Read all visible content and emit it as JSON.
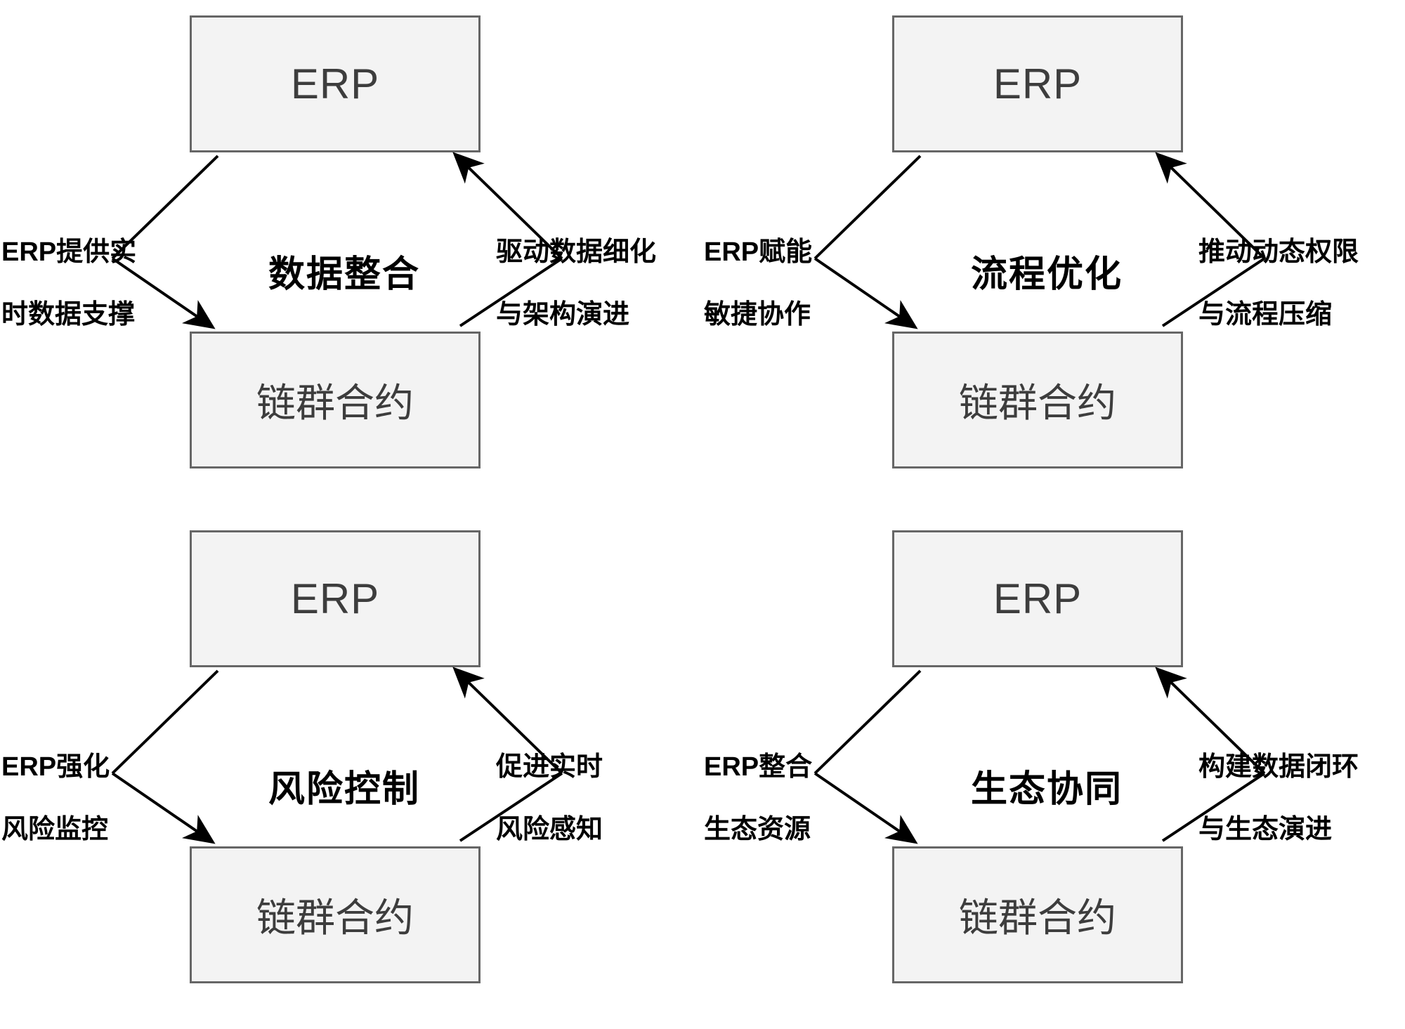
{
  "diagram": {
    "type": "four-quadrant-bidirectional-relationship",
    "node_fill": "#f3f3f3",
    "node_border": "#666666",
    "node_text_color": "#3d3d3d",
    "label_color": "#000000",
    "arrow_color": "#000000",
    "background": "#ffffff",
    "top_node_label": "ERP",
    "bottom_node_label": "链群合约",
    "panels": [
      {
        "id": "panel-data-integration",
        "position": "top-left",
        "top_node": "ERP",
        "bottom_node": "链群合约",
        "center_label": "数据整合",
        "left_label_line1": "ERP提供实",
        "left_label_line2": "时数据支撑",
        "right_label_line1": "驱动数据细化",
        "right_label_line2": "与架构演进"
      },
      {
        "id": "panel-process-optimization",
        "position": "top-right",
        "top_node": "ERP",
        "bottom_node": "链群合约",
        "center_label": "流程优化",
        "left_label_line1": "ERP赋能",
        "left_label_line2": "敏捷协作",
        "right_label_line1": "推动动态权限",
        "right_label_line2": "与流程压缩"
      },
      {
        "id": "panel-risk-control",
        "position": "bottom-left",
        "top_node": "ERP",
        "bottom_node": "链群合约",
        "center_label": "风险控制",
        "left_label_line1": "ERP强化",
        "left_label_line2": "风险监控",
        "right_label_line1": "促进实时",
        "right_label_line2": "风险感知"
      },
      {
        "id": "panel-ecosystem-synergy",
        "position": "bottom-right",
        "top_node": "ERP",
        "bottom_node": "链群合约",
        "center_label": "生态协同",
        "left_label_line1": "ERP整合",
        "left_label_line2": "生态资源",
        "right_label_line1": "构建数据闭环",
        "right_label_line2": "与生态演进"
      }
    ]
  }
}
